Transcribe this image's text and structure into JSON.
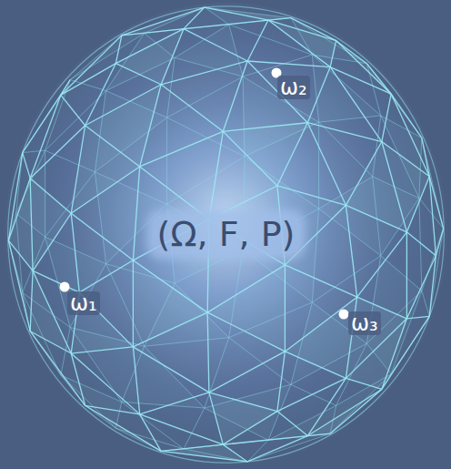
{
  "diagram": {
    "nodes": [
      {
        "text": [
          "(Ω, F, P)"
        ]
      }
    ],
    "labels": [
      "ω₁",
      "ω₂",
      "ω₃"
    ]
  }
}
